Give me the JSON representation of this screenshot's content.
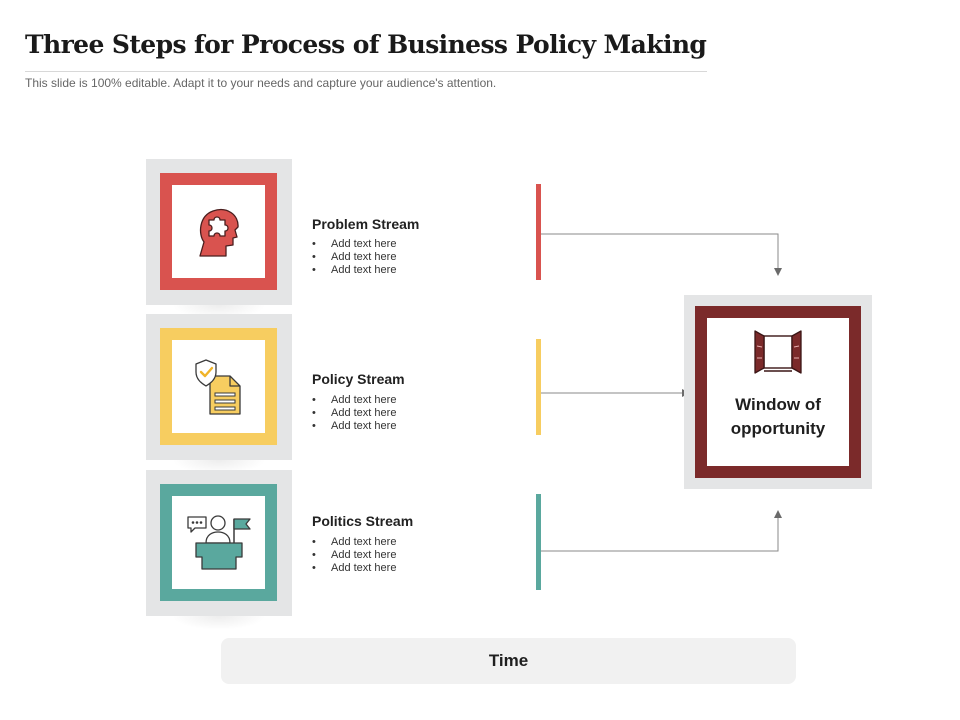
{
  "slide": {
    "title": "Three Steps for Process of Business Policy Making",
    "subtitle": "This slide is 100% editable. Adapt it to your needs and capture your audience's attention."
  },
  "streams": [
    {
      "title": "Problem Stream",
      "bullets": [
        "Add text here",
        "Add text here",
        "Add text here"
      ],
      "color": "#d9534f",
      "icon": "head-puzzle-icon"
    },
    {
      "title": "Policy Stream",
      "bullets": [
        "Add text here",
        "Add text here",
        "Add text here"
      ],
      "color": "#f7cd60",
      "icon": "shield-document-icon"
    },
    {
      "title": "Politics Stream",
      "bullets": [
        "Add text here",
        "Add text here",
        "Add text here"
      ],
      "color": "#5aa89e",
      "icon": "speaker-podium-icon"
    }
  ],
  "outcome": {
    "line1": "Window of",
    "line2": "opportunity",
    "color": "#7b2a2a",
    "icon": "open-window-icon"
  },
  "timeline": {
    "label": "Time"
  }
}
